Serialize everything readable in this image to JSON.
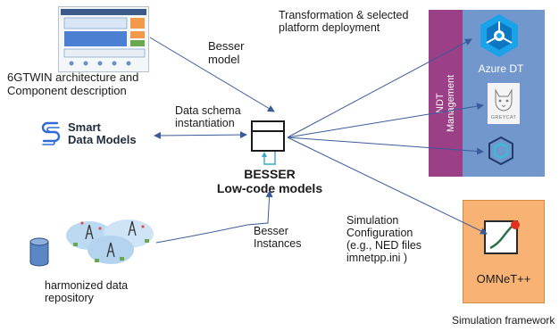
{
  "architecture": {
    "caption_line1": "6GTWIN architecture and",
    "caption_line2": "Component description"
  },
  "besser_model": {
    "line1": "Besser",
    "line2": "model"
  },
  "data_schema": {
    "line1": "Data schema",
    "line2": "instantiation"
  },
  "smart_data_models": {
    "line1": "Smart",
    "line2": "Data Models"
  },
  "besser": {
    "title": "BESSER",
    "subtitle": "Low-code models"
  },
  "transformation": {
    "line1": "Transformation & selected",
    "line2": "platform deployment"
  },
  "ndt": {
    "line1": "NDT",
    "line2": "Management"
  },
  "azure": {
    "label": "Azure DT"
  },
  "greycat": {
    "label": "GREYCAT"
  },
  "besser_instances": {
    "line1": "Besser",
    "line2": "Instances"
  },
  "harmonized": {
    "line1": "harmonized data",
    "line2": "repository"
  },
  "simulation_config": {
    "line1": "Simulation",
    "line2": "Configuration",
    "line3": "(e.g., NED files",
    "line4": "imnetpp.ini )"
  },
  "omnet": {
    "label": "OMNeT++"
  },
  "simulation_framework": {
    "label": "Simulation framework"
  },
  "colors": {
    "platform_blue": "#7197cc",
    "ndt_purple": "#9b3f87",
    "simulation_orange": "#f8b374",
    "arrow": "#3a5b9a"
  }
}
